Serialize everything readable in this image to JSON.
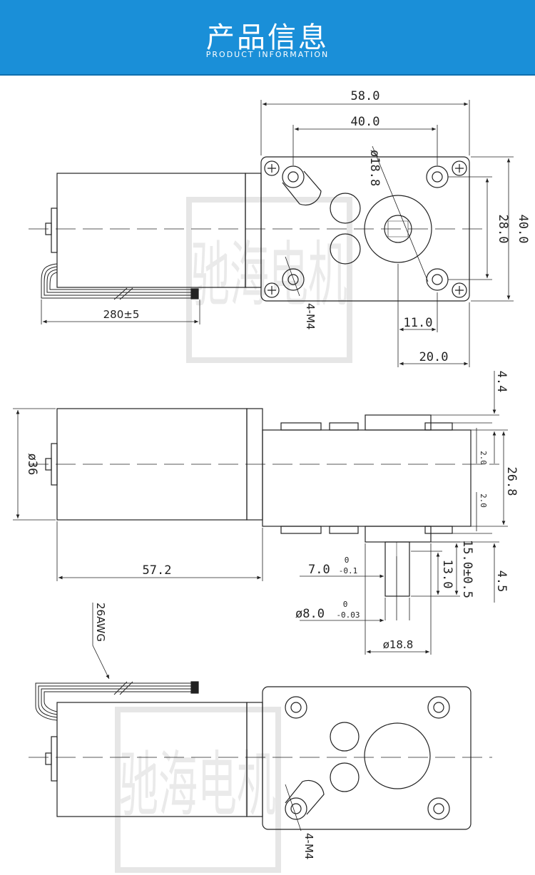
{
  "header": {
    "title_cn": "产品信息",
    "title_en": "PRODUCT INFORMATION",
    "bg_color": "#1a8fd8"
  },
  "watermark": {
    "text": "驰海电机"
  },
  "top_view": {
    "dims": {
      "width_total": "58.0",
      "hole_spacing_h": "40.0",
      "shaft_dia": "ø18.8",
      "hole_spacing_v": "28.0",
      "height_total": "40.0",
      "shaft_offset_x": "11.0",
      "shaft_to_edge": "20.0",
      "cable_length": "280±5",
      "mount_screws": "4-M4"
    }
  },
  "side_view": {
    "dims": {
      "motor_dia": "ø36",
      "motor_length": "57.2",
      "boss_top": "4.4",
      "gap_top": "2.0",
      "gearbox_height": "26.8",
      "gap_bottom": "2.0",
      "boss_bottom": "4.5",
      "shaft_length_total": "15.0±0.5",
      "shaft_flat_length": "13.0",
      "shaft_flat_main": "7.0",
      "shaft_flat_tol_upper": "0",
      "shaft_flat_tol_lower": "-0.1",
      "shaft_dia_main": "ø8.0",
      "shaft_dia_tol_upper": "0",
      "shaft_dia_tol_lower": "-0.03",
      "boss_dia": "ø18.8"
    }
  },
  "bottom_view": {
    "dims": {
      "wire_gauge": "26AWG",
      "mount_screws": "4-M4"
    }
  }
}
